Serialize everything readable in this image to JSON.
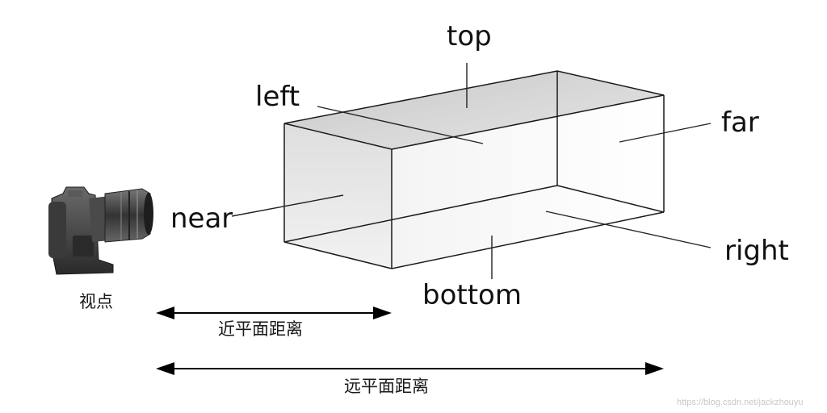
{
  "labels": {
    "top": "top",
    "left": "left",
    "far": "far",
    "near": "near",
    "right": "right",
    "bottom": "bottom"
  },
  "viewpoint": "视点",
  "near_distance": "近平面距离",
  "far_distance": "远平面距离",
  "watermark": "https://blog.csdn.net/jackzhouyu",
  "icons": {
    "camera": "camera-icon"
  }
}
